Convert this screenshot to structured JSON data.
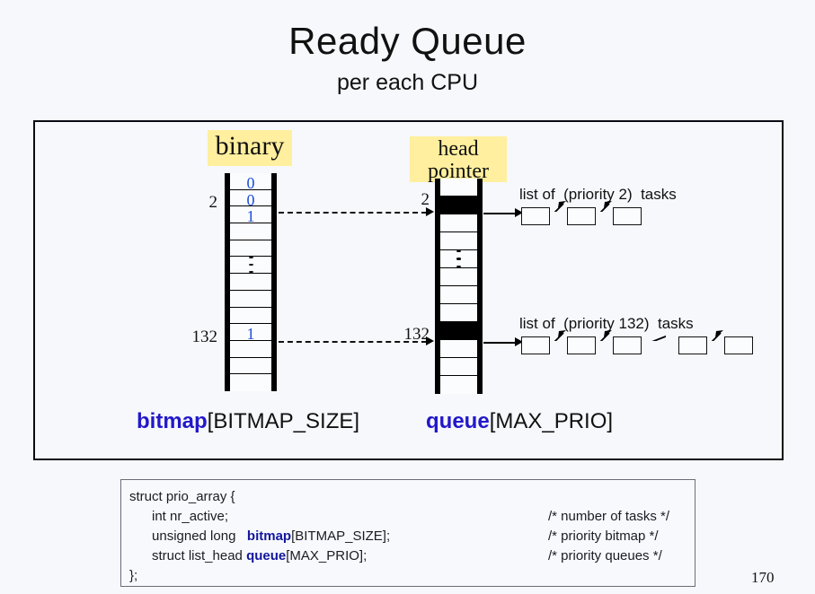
{
  "slide": {
    "title": "Ready Queue",
    "subtitle": "per each CPU",
    "page_number": "170"
  },
  "colors": {
    "highlight": "#ffef9e",
    "identifier_blue": "#2218c9",
    "bit_value_blue": "#1d4ed8",
    "background": "#f6f8fc",
    "line": "#000000"
  },
  "diagram": {
    "bitmap": {
      "callout_label": "binary",
      "array_name": "bitmap",
      "array_subscript": "[BITMAP_SIZE]",
      "index_labels": [
        {
          "name": "index-2",
          "text": "2"
        },
        {
          "name": "index-132",
          "text": "132"
        }
      ],
      "cells": [
        {
          "value": "0"
        },
        {
          "value": "0"
        },
        {
          "value": "1"
        },
        {
          "value": ""
        },
        {
          "value": ""
        },
        {
          "value": "⋮"
        },
        {
          "value": ""
        },
        {
          "value": ""
        },
        {
          "value": ""
        },
        {
          "value": "1"
        },
        {
          "value": ""
        },
        {
          "value": ""
        },
        {
          "value": ""
        }
      ]
    },
    "queue": {
      "callout_label_line1": "head",
      "callout_label_line2": "pointer",
      "array_name": "queue",
      "array_subscript": "[MAX_PRIO]",
      "index_labels": [
        {
          "name": "index-2",
          "text": "2"
        },
        {
          "name": "index-132",
          "text": "132"
        }
      ],
      "cells": [
        {
          "filled": false
        },
        {
          "filled": true
        },
        {
          "filled": false
        },
        {
          "filled": false
        },
        {
          "filled": false
        },
        {
          "filled": false
        },
        {
          "filled": false
        },
        {
          "filled": false
        },
        {
          "filled": true
        },
        {
          "filled": false
        },
        {
          "filled": false
        },
        {
          "filled": false
        }
      ]
    },
    "task_lists": [
      {
        "caption": "list of  (priority 2)  tasks",
        "node_count": 3,
        "has_gap": false
      },
      {
        "caption": "list of  (priority 132)  tasks",
        "node_count": 5,
        "has_gap": true
      }
    ]
  },
  "code": {
    "line1": "struct prio_array {",
    "line2_indent": "      int nr_active;",
    "line3_prefix": "      unsigned long   ",
    "line3_ident": "bitmap",
    "line3_suffix": "[BITMAP_SIZE];",
    "line4_prefix": "      struct list_head ",
    "line4_ident": "queue",
    "line4_suffix": "[MAX_PRIO];",
    "line5": "};",
    "comments": [
      "/* number of tasks */",
      "/* priority bitmap */",
      "/* priority queues */"
    ]
  }
}
